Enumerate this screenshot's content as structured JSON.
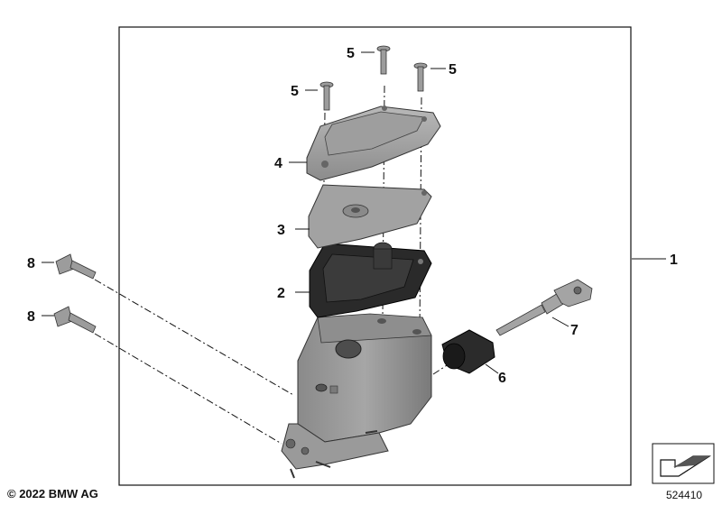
{
  "diagram": {
    "callouts": [
      {
        "id": "c1",
        "label": "1"
      },
      {
        "id": "c2",
        "label": "2"
      },
      {
        "id": "c3",
        "label": "3"
      },
      {
        "id": "c4",
        "label": "4"
      },
      {
        "id": "c5a",
        "label": "5"
      },
      {
        "id": "c5b",
        "label": "5"
      },
      {
        "id": "c5c",
        "label": "5"
      },
      {
        "id": "c6",
        "label": "6"
      },
      {
        "id": "c7",
        "label": "7"
      },
      {
        "id": "c8a",
        "label": "8"
      },
      {
        "id": "c8b",
        "label": "8"
      }
    ]
  },
  "footer": {
    "copyright": "© 2022 BMW AG",
    "document_number": "524410"
  },
  "colors": {
    "metal_light": "#b9b9b9",
    "metal_mid": "#9a9a9a",
    "metal_dark": "#6f6f6f",
    "rubber": "#2a2a2a",
    "line": "#111111"
  }
}
